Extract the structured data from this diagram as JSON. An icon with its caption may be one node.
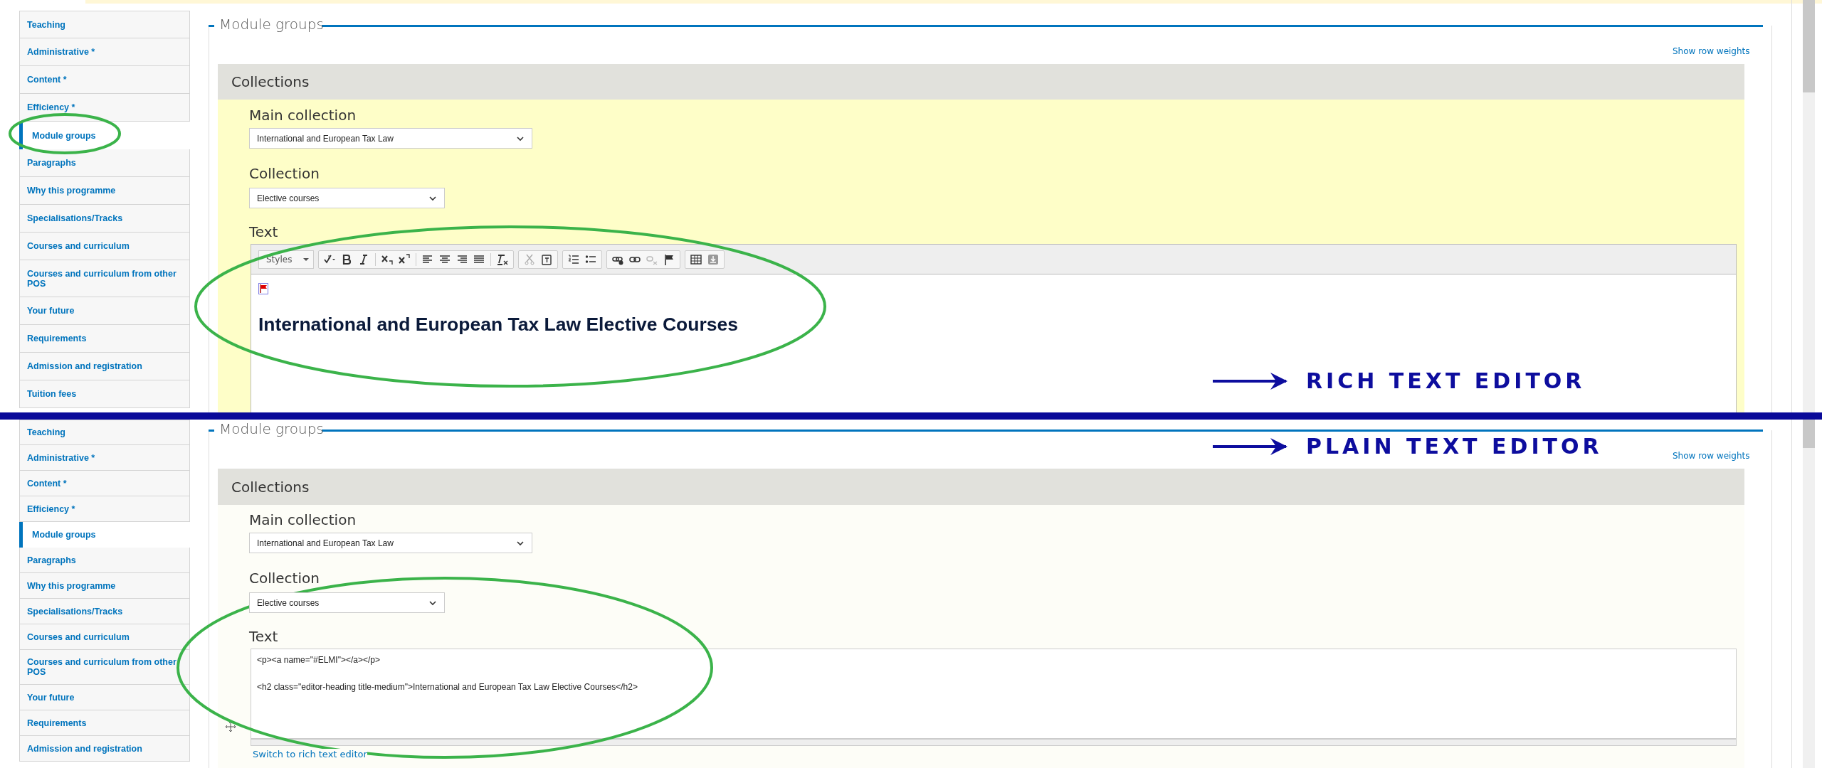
{
  "diagram": {
    "nodes": [
      {
        "text": [
          "RICH TEXT EDITOR"
        ]
      },
      {
        "text": [
          "PLAIN TEXT EDITOR"
        ]
      }
    ],
    "edges": [
      {
        "from": null,
        "to": 0,
        "arrow": "to"
      },
      {
        "from": null,
        "to": 1,
        "arrow": "to"
      }
    ],
    "labels": [
      "Teaching",
      "Administrative *",
      "Content *",
      "Efficiency *",
      "Module groups",
      "Paragraphs",
      "Why this programme",
      "Specialisations/Tracks",
      "Courses and curriculum",
      "Courses and curriculum from other POS",
      "Your future",
      "Requirements",
      "Admission and registration",
      "Tuition fees",
      "Module groups",
      "Show row weights",
      "Collections",
      "Main collection",
      "International and European Tax Law",
      "Collection",
      "Elective courses",
      "Text",
      "Styles",
      "International and European Tax Law Elective Courses",
      "Teaching",
      "Administrative *",
      "Content *",
      "Efficiency *",
      "Module groups",
      "Paragraphs",
      "Why this programme",
      "Specialisations/Tracks",
      "Courses and curriculum",
      "Courses and curriculum from other POS",
      "Your future",
      "Requirements",
      "Admission and registration",
      "Module groups",
      "Show row weights",
      "Collections",
      "Main collection",
      "International and European Tax Law",
      "Collection",
      "Elective courses",
      "Text",
      "<p><a name=\"#ELMI\"></a></p>",
      "<h2 class=\"editor-heading title-medium\">International and European Tax Law Elective Courses</h2>",
      "Switch to rich text editor"
    ]
  }
}
